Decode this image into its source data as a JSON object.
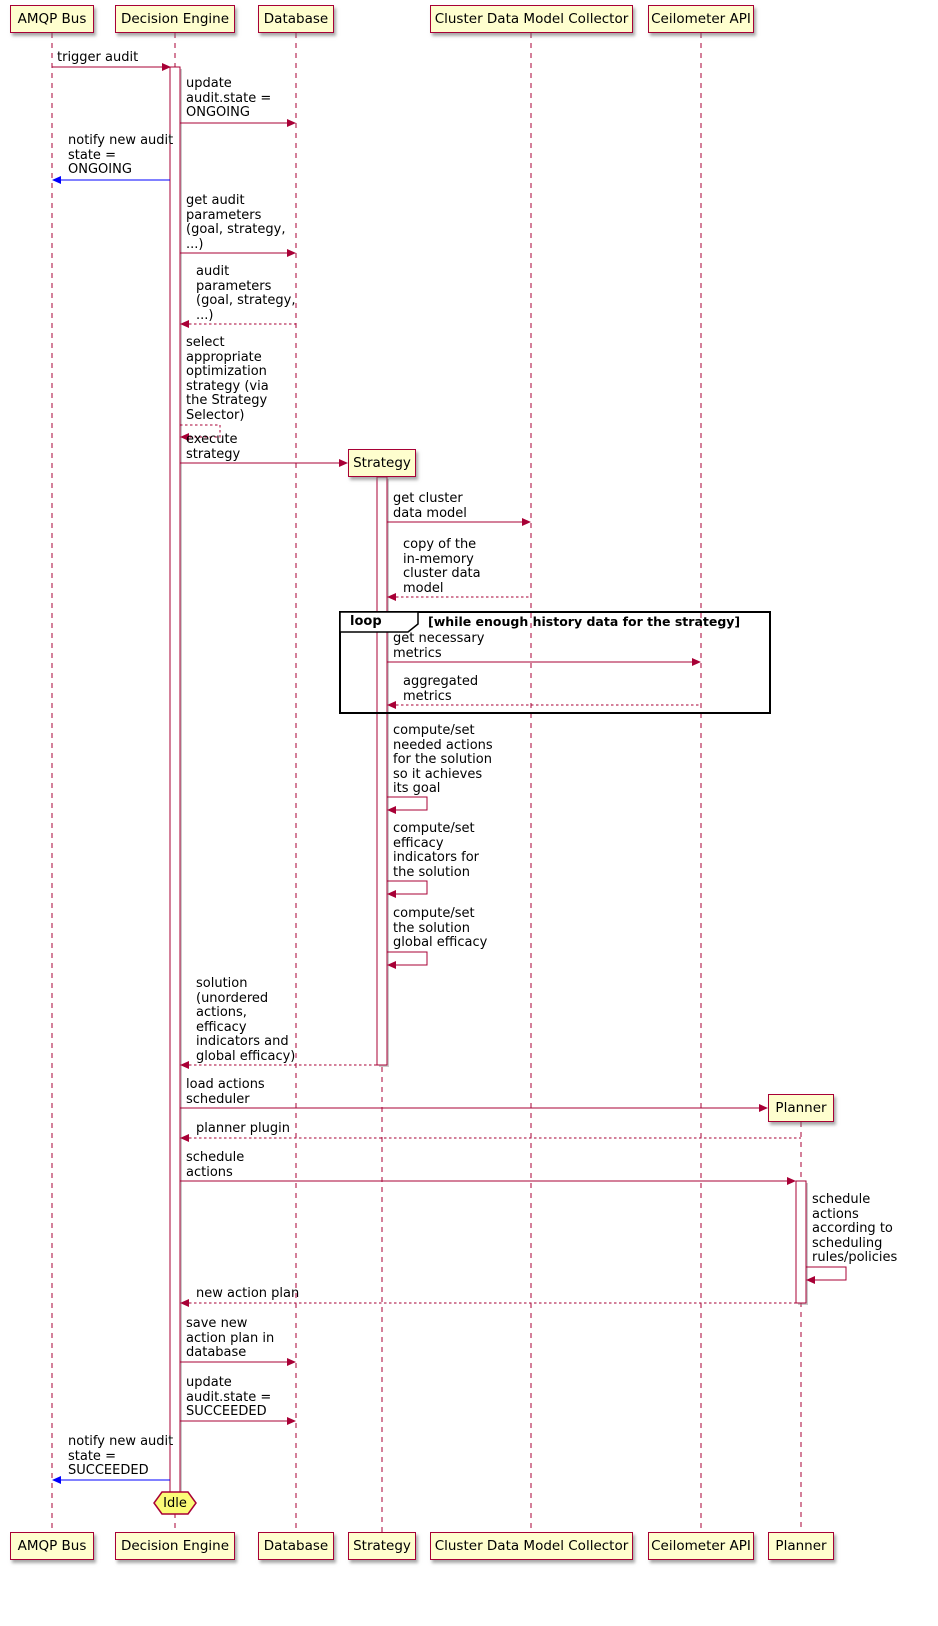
{
  "colors": {
    "participant_bg": "#FEFECE",
    "accent_border": "#A80036",
    "blue_arrow": "#0000FF",
    "note_bg": "#FBFB77",
    "frame_border": "#000000"
  },
  "participants": {
    "amqp": "AMQP Bus",
    "decision_engine": "Decision Engine",
    "database": "Database",
    "strategy": "Strategy",
    "cdmc": "Cluster Data Model Collector",
    "ceilometer": "Ceilometer API",
    "planner": "Planner"
  },
  "loop": {
    "operator": "loop",
    "condition": "[while enough history data for the strategy]"
  },
  "end_state": "Idle",
  "messages": {
    "trigger_audit": "trigger audit",
    "update_ongoing": "update\naudit.state =\nONGOING",
    "notify_ongoing": "notify new audit\nstate =\nONGOING",
    "get_audit_params": "get audit\nparameters\n(goal, strategy,\n...)",
    "audit_params": "audit\nparameters\n(goal, strategy,\n...)",
    "select_strategy": "select\nappropriate\noptimization\nstrategy (via\nthe Strategy\nSelector)",
    "execute_strategy": "execute\nstrategy",
    "get_cluster_dm": "get cluster\ndata model",
    "copy_cluster_dm": "copy of the\nin-memory\ncluster data\nmodel",
    "get_metrics": "get necessary\nmetrics",
    "aggregated_metrics": "aggregated\nmetrics",
    "compute_actions": "compute/set\nneeded actions\nfor the solution\nso it achieves\nits goal",
    "compute_efficacy": "compute/set\nefficacy\nindicators for\nthe solution",
    "compute_global": "compute/set\nthe solution\nglobal efficacy",
    "solution": "solution\n(unordered\nactions,\nefficacy\nindicators and\nglobal efficacy)",
    "load_scheduler": "load actions\nscheduler",
    "planner_plugin": "planner plugin",
    "schedule_actions": "schedule\nactions",
    "schedule_self": "schedule\nactions\naccording to\nscheduling\nrules/policies",
    "new_action_plan": "new action plan",
    "save_plan": "save new\naction plan in\ndatabase",
    "update_succeeded": "update\naudit.state =\nSUCCEEDED",
    "notify_succeeded": "notify new audit\nstate =\nSUCCEEDED"
  }
}
